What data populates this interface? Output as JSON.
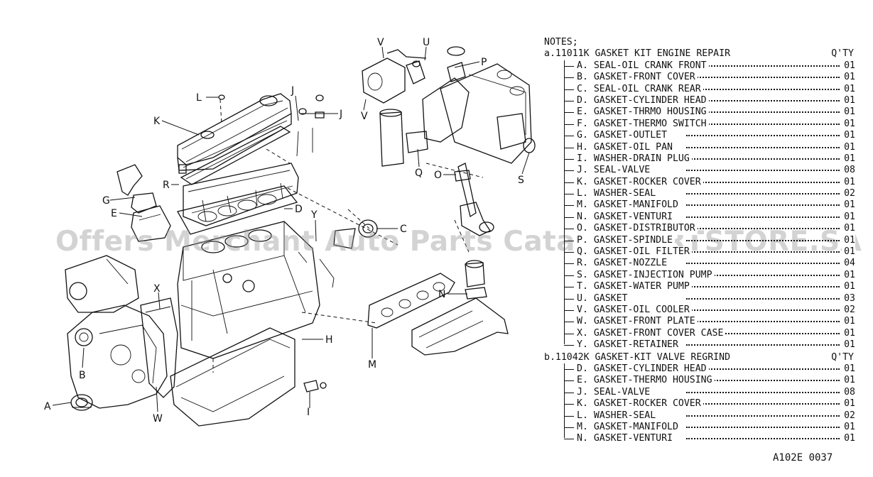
{
  "callouts": {
    "A": "A",
    "B": "B",
    "C": "C",
    "D": "D",
    "E": "E",
    "G": "G",
    "H": "H",
    "I": "I",
    "J1": "J",
    "J2": "J",
    "K": "K",
    "L": "L",
    "M": "M",
    "N": "N",
    "O": "O",
    "P": "P",
    "Q": "Q",
    "R": "R",
    "S": "S",
    "U": "U",
    "V1": "V",
    "V2": "V",
    "W": "W",
    "X": "X",
    "Y": "Y"
  },
  "watermark": "Offers Merchant Auto Parts CatalogPARTSTORE.SA",
  "notes": {
    "title": "NOTES;",
    "kits": [
      {
        "title": "a.11011K GASKET KIT ENGINE REPAIR",
        "qty_header": "Q'TY",
        "items": [
          {
            "label": "A. SEAL-OIL CRANK FRONT",
            "qty": "01"
          },
          {
            "label": "B. GASKET-FRONT COVER",
            "qty": "01"
          },
          {
            "label": "C. SEAL-OIL CRANK REAR",
            "qty": "01"
          },
          {
            "label": "D. GASKET-CYLINDER HEAD",
            "qty": "01"
          },
          {
            "label": "E. GASKET-THRMO HOUSING",
            "qty": "01"
          },
          {
            "label": "F. GASKET-THERMO SWITCH",
            "qty": "01"
          },
          {
            "label": "G. GASKET-OUTLET",
            "qty": "01"
          },
          {
            "label": "H. GASKET-OIL PAN",
            "qty": "01"
          },
          {
            "label": "I. WASHER-DRAIN PLUG",
            "qty": "01"
          },
          {
            "label": "J. SEAL-VALVE",
            "qty": "08"
          },
          {
            "label": "K. GASKET-ROCKER COVER",
            "qty": "01"
          },
          {
            "label": "L. WASHER-SEAL",
            "qty": "02"
          },
          {
            "label": "M. GASKET-MANIFOLD",
            "qty": "01"
          },
          {
            "label": "N. GASKET-VENTURI",
            "qty": "01"
          },
          {
            "label": "O. GASKET-DISTRIBUTOR",
            "qty": "01"
          },
          {
            "label": "P. GASKET-SPINDLE",
            "qty": "01"
          },
          {
            "label": "Q. GASKET-OIL FILTER",
            "qty": "01"
          },
          {
            "label": "R. GASKET-NOZZLE",
            "qty": "04"
          },
          {
            "label": "S. GASKET-INJECTION PUMP",
            "qty": "01"
          },
          {
            "label": "T. GASKET-WATER PUMP",
            "qty": "01"
          },
          {
            "label": "U. GASKET",
            "qty": "03"
          },
          {
            "label": "V. GASKET-OIL COOLER",
            "qty": "02"
          },
          {
            "label": "W. GASKET-FRONT PLATE",
            "qty": "01"
          },
          {
            "label": "X. GASKET-FRONT COVER CASE",
            "qty": "01"
          },
          {
            "label": "Y. GASKET-RETAINER",
            "qty": "01"
          }
        ]
      },
      {
        "title": "b.11042K GASKET-KIT VALVE REGRIND",
        "qty_header": "Q'TY",
        "items": [
          {
            "label": "D. GASKET-CYLINDER HEAD",
            "qty": "01"
          },
          {
            "label": "E. GASKET-THERMO HOUSING",
            "qty": "01"
          },
          {
            "label": "J. SEAL-VALVE",
            "qty": "08"
          },
          {
            "label": "K. GASKET-ROCKER COVER",
            "qty": "01"
          },
          {
            "label": "L. WASHER-SEAL",
            "qty": "02"
          },
          {
            "label": "M. GASKET-MANIFOLD",
            "qty": "01"
          },
          {
            "label": "N. GASKET-VENTURI",
            "qty": "01"
          }
        ]
      }
    ]
  },
  "diagram_code": "A102E 0037"
}
